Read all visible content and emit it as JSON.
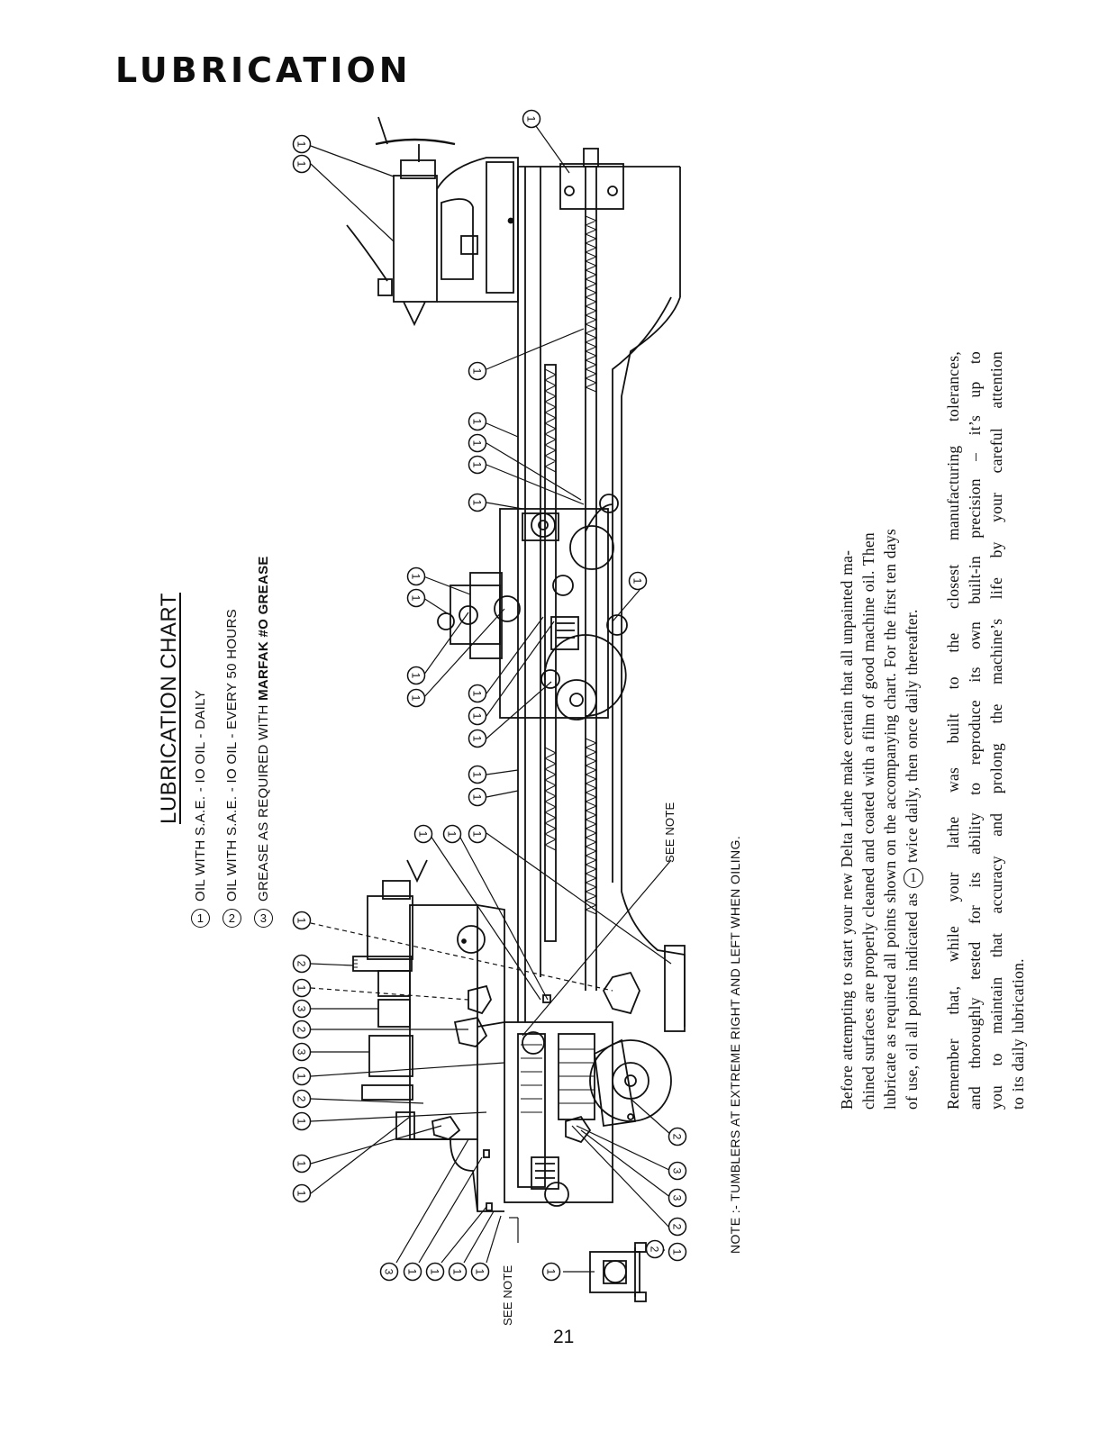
{
  "page": {
    "title": "LUBRICATION",
    "page_number": "21"
  },
  "chart": {
    "title": "LUBRICATION CHART",
    "legend": [
      {
        "num": "1",
        "text": "OIL WITH S.A.E. - IO OIL  -  DAILY"
      },
      {
        "num": "2",
        "text": "OIL WITH S.A.E. - IO OIL  -  EVERY 50 HOURS"
      },
      {
        "num": "3",
        "text_prefix": "GREASE AS REQUIRED WITH ",
        "text_bold": "MARFAK #O GREASE"
      }
    ]
  },
  "note": {
    "text": "NOTE :- TUMBLERS AT EXTREME RIGHT AND LEFT WHEN OILING.",
    "see_note_label": "SEE NOTE"
  },
  "body": {
    "paragraph1_lines": [
      "Before attempting to start your new Delta Lathe make certain that all unpainted ma-",
      "chined surfaces are properly cleaned and coated with a film of good machine oil.  Then",
      "lubricate as required all points shown on the accompanying chart.  For the first ten days",
      "of use, oil all points indicated as",
      "twice daily, then once daily thereafter."
    ],
    "paragraph1_circled": "1",
    "paragraph2_lines": [
      "Remember that, while your lathe was built to the closest manufacturing tolerances,",
      "and thoroughly tested for its ability to reproduce its own built-in precision – it’s up to",
      "you to maintain that accuracy and prolong the machine’s life by your careful attention",
      "to its daily lubrication."
    ]
  },
  "diagram": {
    "callouts": [
      "1",
      "1",
      "1",
      "1",
      "1",
      "1",
      "1",
      "1",
      "1",
      "1",
      "1",
      "1",
      "1",
      "1",
      "1",
      "1",
      "1",
      "1",
      "1",
      "1",
      "1",
      "2",
      "1",
      "3",
      "2",
      "3",
      "1",
      "2",
      "1",
      "1",
      "1",
      "3",
      "1",
      "1",
      "1",
      "1",
      "1",
      "1",
      "2",
      "3",
      "3",
      "2",
      "2",
      "1"
    ]
  }
}
